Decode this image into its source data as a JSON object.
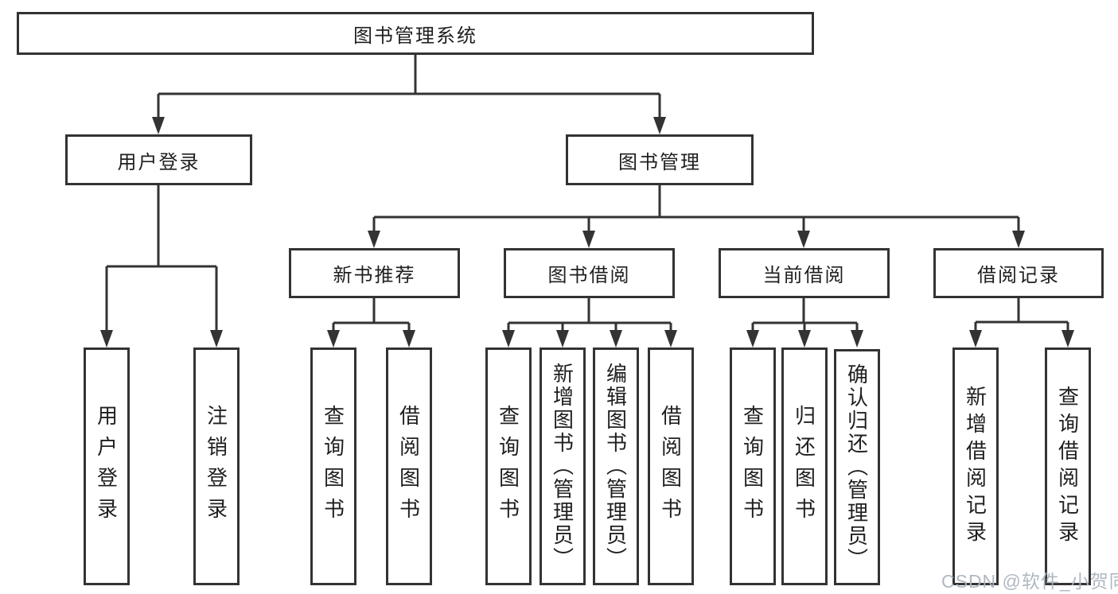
{
  "colors": {
    "line": "#333333",
    "box_border": "#333333",
    "text": "#1f1f1f",
    "watermark": "#acb4bf",
    "background": "#ffffff"
  },
  "watermark": {
    "text": "CSDN @软件_小贺同学"
  },
  "diagram": {
    "type": "tree",
    "root": {
      "label": "图书管理系统",
      "children": [
        {
          "label": "用户登录",
          "children": [
            {
              "label": "用户登录"
            },
            {
              "label": "注销登录"
            }
          ]
        },
        {
          "label": "图书管理",
          "children": [
            {
              "label": "新书推荐",
              "children": [
                {
                  "label": "查询图书"
                },
                {
                  "label": "借阅图书"
                }
              ]
            },
            {
              "label": "图书借阅",
              "children": [
                {
                  "label": "查询图书"
                },
                {
                  "label": "新增图书（管理员）"
                },
                {
                  "label": "编辑图书（管理员）"
                },
                {
                  "label": "借阅图书"
                }
              ]
            },
            {
              "label": "当前借阅",
              "children": [
                {
                  "label": "查询图书"
                },
                {
                  "label": "归还图书"
                },
                {
                  "label": "确认归还（管理员）"
                }
              ]
            },
            {
              "label": "借阅记录",
              "children": [
                {
                  "label": "新增借阅记录"
                },
                {
                  "label": "查询借阅记录"
                }
              ]
            }
          ]
        }
      ]
    }
  }
}
